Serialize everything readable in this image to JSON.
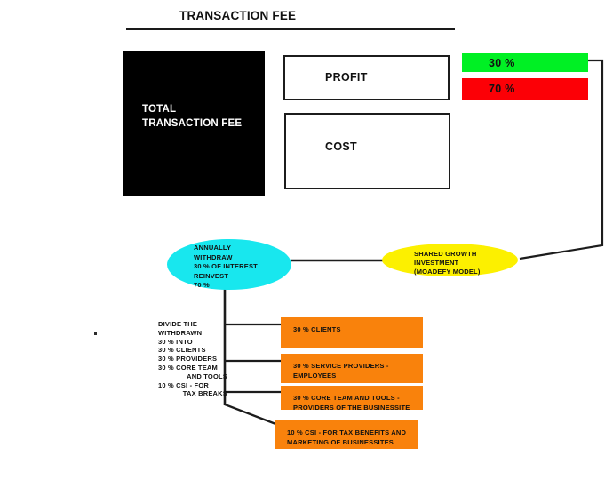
{
  "title": "TRANSACTION FEE",
  "total_fee": {
    "label": "TOTAL TRANSACTION FEE"
  },
  "breakdown": {
    "profit_label": "PROFIT",
    "cost_label": "COST",
    "profit_pct": "30 %",
    "cost_pct": "70 %"
  },
  "flow": {
    "withdraw_node": "ANNUALLY WITHDRAW 30 % OF INTEREST REINVEST 70 %",
    "withdraw_lines": [
      "ANNUALLY",
      "WITHDRAW",
      "30 % OF INTEREST",
      "REINVEST",
      "70 %"
    ],
    "shared_growth_node": "SHARED GROWTH INVESTMENT (MOADEFY MODEL)",
    "shared_growth_lines": [
      "SHARED GROWTH",
      "INVESTMENT",
      "(MOADEFY MODEL)"
    ]
  },
  "divide_caption": {
    "lines": [
      "DIVIDE THE",
      "WITHDRAWN",
      "30 % INTO",
      "30 % CLIENTS",
      "30 % PROVIDERS",
      "30 % CORE TEAM",
      "AND TOOLS",
      "10 % CSI - FOR",
      "TAX BREAKS"
    ]
  },
  "allocations": [
    {
      "line1": "30 % CLIENTS",
      "line2": ""
    },
    {
      "line1": "30 % SERVICE PROVIDERS -",
      "line2": "EMPLOYEES"
    },
    {
      "line1": "30 % CORE TEAM AND TOOLS -",
      "line2": "PROVIDERS OF THE BUSINESSITE"
    },
    {
      "line1": "10 % CSI - FOR TAX BENEFITS AND",
      "line2": "MARKETING OF BUSINESSITES"
    }
  ],
  "colors": {
    "profit_pct_bar": "#00f024",
    "cost_pct_bar": "#fc0006",
    "withdraw_node": "#18e7ee",
    "shared_growth_node": "#fcf000",
    "allocation_box": "#f9820c",
    "total_fee_box": "#000000",
    "stroke": "#1c1c1c"
  }
}
